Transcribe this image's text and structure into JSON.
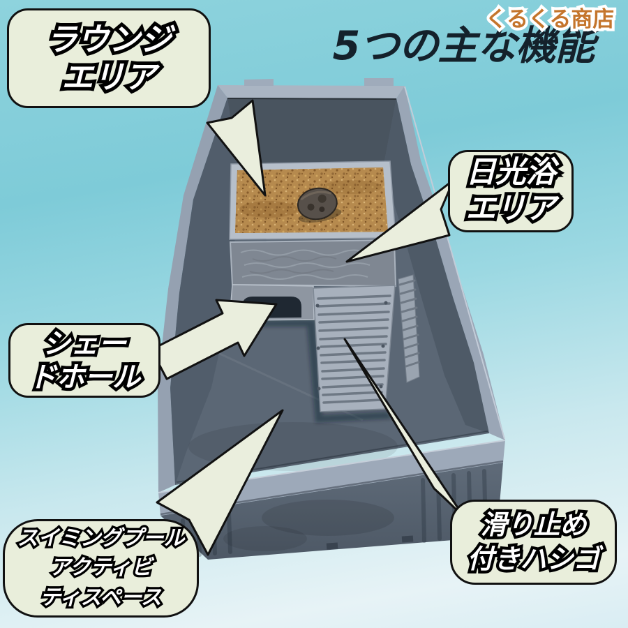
{
  "header": {
    "shop_badge": "くるくる商店",
    "title": "5つの主な機能"
  },
  "callouts": {
    "lounge": {
      "lines": [
        "ラウンジ",
        "エリア"
      ]
    },
    "basking": {
      "lines": [
        "日光浴",
        "エリア"
      ]
    },
    "shade_hole": {
      "lines": [
        "シェー",
        "ドホール"
      ]
    },
    "pool": {
      "lines": [
        "スイミングプール",
        "アクティビ",
        "ティスペース"
      ]
    },
    "ladder": {
      "lines": [
        "滑り止め",
        "付きハシゴ"
      ]
    }
  },
  "colors": {
    "background_top": "#83ccd8",
    "background_bottom": "#e7f3f6",
    "callout_fill": "#e9eedb",
    "callout_border": "#111111",
    "callout_text": "#ffffff",
    "title_text": "#14212b",
    "badge_text": "#c4752c",
    "arrow_fill": "#eaeedd",
    "box_outer_gray": "#9aa6b6",
    "box_interior_gray": "#5b6775",
    "sand_brown": "#b68a4e",
    "platform_gray": "#7f8792"
  }
}
